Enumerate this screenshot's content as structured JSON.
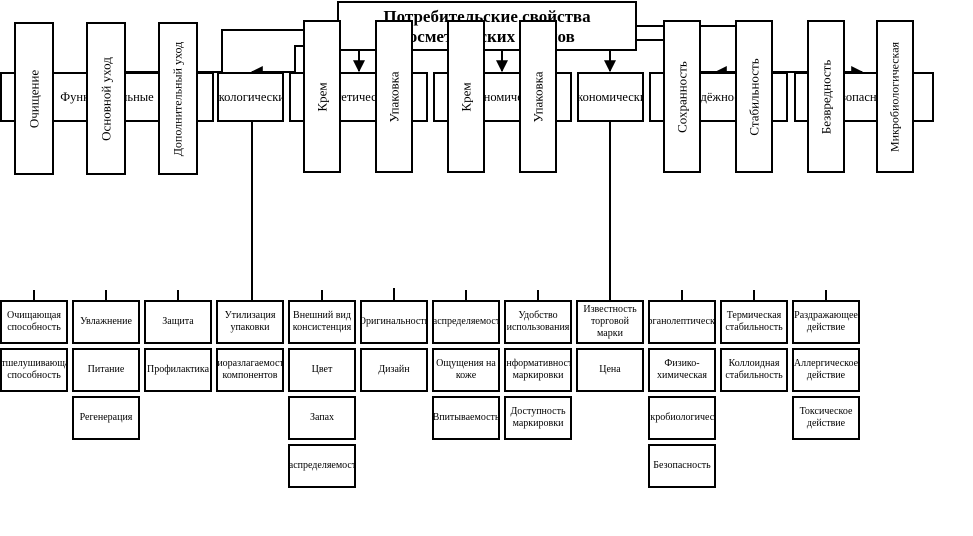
{
  "title": "Потребительские свойства косметических кремов",
  "categories": {
    "functional": "Функциональные",
    "ecological": "Экологические",
    "aesthetic": "Эстетические",
    "ergonomic": "Эргономические",
    "economic": "Экономические",
    "reliability": "Надёжность",
    "safety": "Безопасность"
  },
  "verticals": {
    "cleansing": "Очищение",
    "basic_care": "Основной уход",
    "extra_care": "Дополнительный уход",
    "cream_a": "Крем",
    "package_a": "Упаковка",
    "cream_b": "Крем",
    "package_b": "Упаковка",
    "preservation": "Сохранность",
    "stability": "Стабильность",
    "harmlessness": "Безвредность",
    "microbiological": "Микробиологическая"
  },
  "leaves": {
    "c0": [
      "Очищающая способность",
      "Отшелушивающая способность"
    ],
    "c1": [
      "Увлажнение",
      "Питание",
      "Регенерация"
    ],
    "c2": [
      "Защита",
      "Профилактика"
    ],
    "c3": [
      "Утилизация упаковки",
      "Биоразлагаемость компонентов"
    ],
    "c4": [
      "Внешний вид консистенция",
      "Цвет",
      "Запах",
      "Распределяемость"
    ],
    "c5": [
      "Оригинальность",
      "Дизайн"
    ],
    "c6": [
      "Распределяемость",
      "Ощущения на коже",
      "Впитываемость"
    ],
    "c7": [
      "Удобство использования",
      "Информативность маркировки",
      "Доступность маркировки"
    ],
    "c8": [
      "Известность торговой марки",
      "Цена"
    ],
    "c9": [
      "Органолептическая",
      "Физико-химическая",
      "Микробиологическая",
      "Безопасность"
    ],
    "c10": [
      "Термическая стабильность",
      "Коллоидная стабильность"
    ],
    "c11": [
      "Раздражающее действие",
      "Аллергическое действие",
      "Токсическое действие"
    ]
  }
}
